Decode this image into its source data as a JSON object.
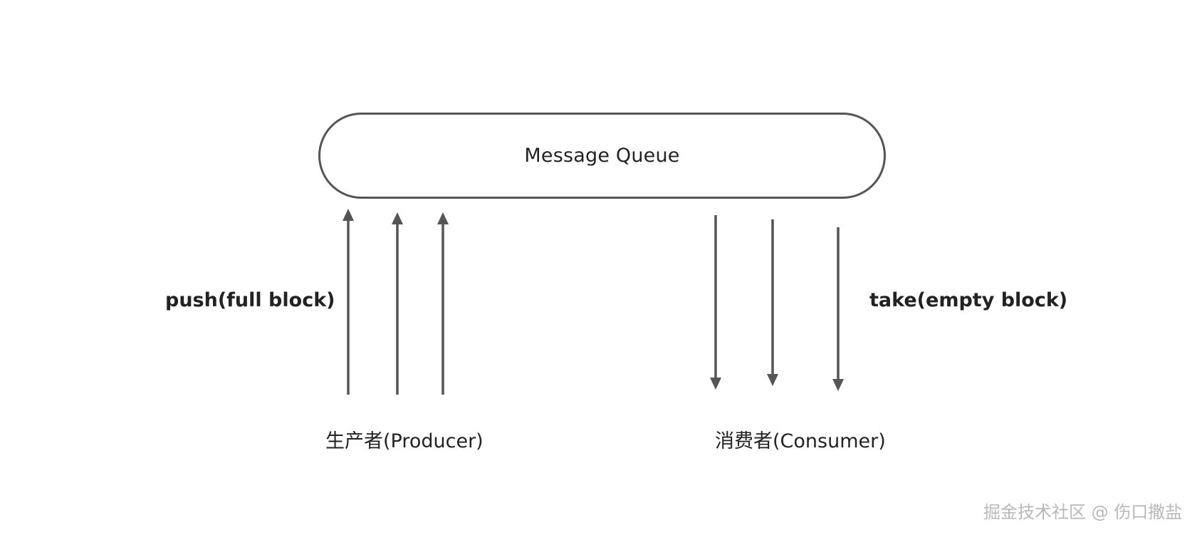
{
  "queue": {
    "label": "Message Queue"
  },
  "labels": {
    "push": "push(full block)",
    "take": "take(empty block)",
    "producer": "生产者(Producer)",
    "consumer": "消费者(Consumer)"
  },
  "watermark": "掘金技术社区 @ 伤口撒盐",
  "colors": {
    "stroke": "#555555",
    "text": "#222222",
    "watermark": "#b8b8b8"
  }
}
